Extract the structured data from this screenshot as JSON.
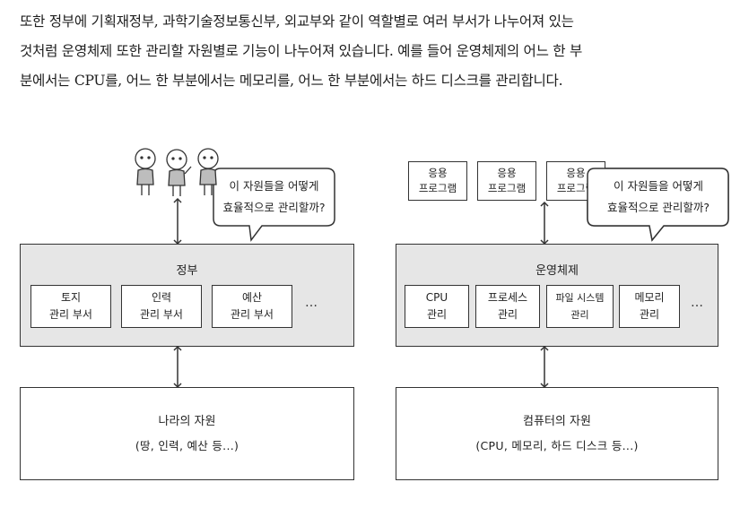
{
  "paragraph": {
    "line1": "또한 정부에 기획재정부, 과학기술정보통신부, 외교부와 같이 역할별로 여러 부서가 나누어져 있는",
    "line2": "것처럼 운영체제 또한 관리할 자원별로 기능이 나누어져 있습니다. 예를 들어 운영체제의 어느 한 부",
    "line3": "분에서는 CPU를, 어느 한 부분에서는 메모리를, 어느 한 부분에서는 하드 디스크를 관리합니다."
  },
  "left": {
    "bubble": {
      "line1": "이 자원들을 어떻게",
      "line2": "효율적으로 관리할까?"
    },
    "title": "정부",
    "units": [
      {
        "line1": "토지",
        "line2": "관리 부서"
      },
      {
        "line1": "인력",
        "line2": "관리 부서"
      },
      {
        "line1": "예산",
        "line2": "관리 부서"
      }
    ],
    "ellipsis": "…",
    "resource": {
      "name": "나라의 자원",
      "list": "(땅, 인력, 예산 등...)"
    }
  },
  "right": {
    "apps": [
      {
        "line1": "응용",
        "line2": "프로그램"
      },
      {
        "line1": "응용",
        "line2": "프로그램"
      },
      {
        "line1": "응용",
        "line2": "프로그램"
      }
    ],
    "bubble": {
      "line1": "이 자원들을 어떻게",
      "line2": "효율적으로 관리할까?"
    },
    "title": "운영체제",
    "units": [
      {
        "line1": "CPU",
        "line2": "관리"
      },
      {
        "line1": "프로세스",
        "line2": "관리"
      },
      {
        "line1": "파일 시스템",
        "line2": "관리"
      },
      {
        "line1": "메모리",
        "line2": "관리"
      }
    ],
    "ellipsis": "…",
    "resource": {
      "name": "컴퓨터의 자원",
      "list": "(CPU, 메모리, 하드 디스크 등...)"
    }
  }
}
